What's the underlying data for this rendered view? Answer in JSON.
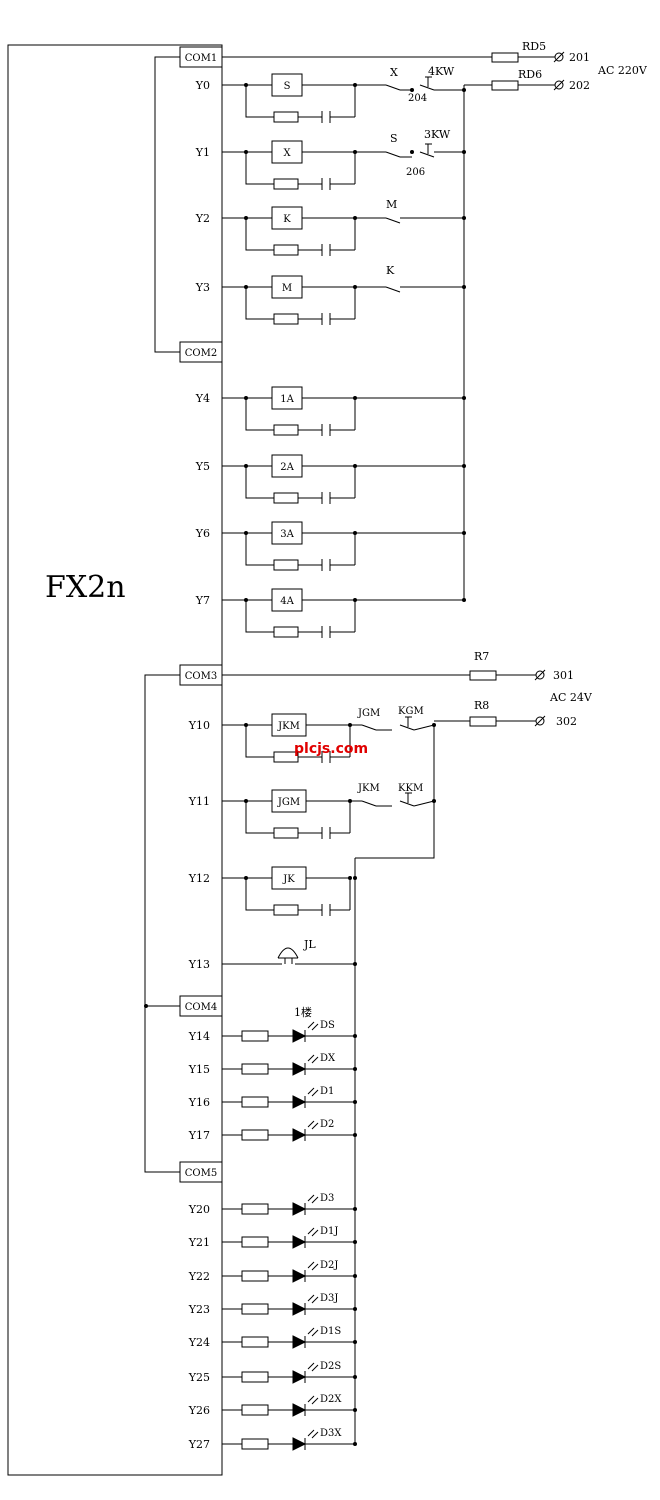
{
  "plc": {
    "model": "FX2n",
    "outputs": [
      "Y0",
      "Y1",
      "Y2",
      "Y3",
      "Y4",
      "Y5",
      "Y6",
      "Y7",
      "Y10",
      "Y11",
      "Y12",
      "Y13",
      "Y14",
      "Y15",
      "Y16",
      "Y17",
      "Y20",
      "Y21",
      "Y22",
      "Y23",
      "Y24",
      "Y25",
      "Y26",
      "Y27"
    ],
    "commons": [
      "COM1",
      "COM2",
      "COM3",
      "COM4",
      "COM5"
    ]
  },
  "coils": [
    "S",
    "X",
    "K",
    "M",
    "1A",
    "2A",
    "3A",
    "4A",
    "JKM",
    "JGM",
    "JK"
  ],
  "contacts": {
    "y0_nc": "X",
    "y0_push": "4KW",
    "y0_node": "204",
    "y1_nc": "S",
    "y1_push": "3KW",
    "y1_node": "206",
    "y2_nc": "M",
    "y3_nc": "K",
    "y10_nc": "JGM",
    "y10_push": "KGM",
    "y11_nc": "JKM",
    "y11_push": "KKM"
  },
  "fuses": [
    "RD5",
    "RD6",
    "R7",
    "R8"
  ],
  "terminals": [
    "201",
    "202",
    "301",
    "302"
  ],
  "supplies": [
    "AC 220V",
    "AC 24V"
  ],
  "buzzer": "JL",
  "floor_label": "1楼",
  "leds": [
    "DS",
    "DX",
    "D1",
    "D2",
    "D3",
    "D1J",
    "D2J",
    "D3J",
    "D1S",
    "D2S",
    "D2X",
    "D3X"
  ],
  "watermark": "plcjs.com"
}
